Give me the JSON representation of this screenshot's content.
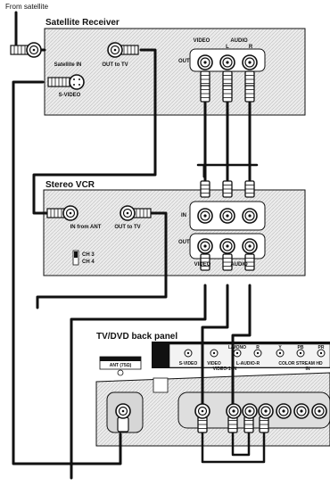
{
  "source_label": "From satellite",
  "satellite_receiver": {
    "title": "Satellite Receiver",
    "satellite_in": "Satellite IN",
    "out_to_tv": "OUT to TV",
    "s_video": "S-VIDEO",
    "out": "OUT",
    "video": "VIDEO",
    "audio": "AUDIO",
    "l": "L",
    "r": "R"
  },
  "vcr": {
    "title": "Stereo VCR",
    "in_from_ant": "IN from ANT",
    "out_to_tv": "OUT to TV",
    "in": "IN",
    "out": "OUT",
    "ch3": "CH 3",
    "ch4": "CH 4",
    "video": "VIDEO",
    "audio": "AUDIO"
  },
  "tv": {
    "title": "TV/DVD back panel",
    "ant": "ANT (75Ω)",
    "s_video": "S-VIDEO",
    "video": "VIDEO",
    "l_mono": "L/MONO",
    "r": "R",
    "audio": "L-AUDIO-R",
    "in1": "VIDEO-1-IN",
    "y": "Y",
    "pb": "PB",
    "pr": "PR",
    "color_stream": "COLOR STREAM HD",
    "in2": "IN"
  }
}
